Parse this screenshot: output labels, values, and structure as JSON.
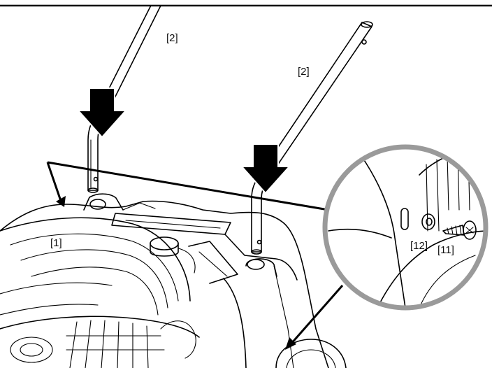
{
  "figure": {
    "labels": {
      "body": "[1]",
      "handle_left": "[2]",
      "handle_right": "[2]",
      "washer": "[12]",
      "screw": "[11]"
    },
    "colors": {
      "line": "#000000",
      "tube_fill": "#a9a9a9",
      "detail_circle": "#9a9a9a",
      "arrow": "#000000",
      "background": "#ffffff"
    },
    "icons": {
      "insert_arrow": "down-arrow",
      "leader_arrow": "arrow"
    }
  }
}
